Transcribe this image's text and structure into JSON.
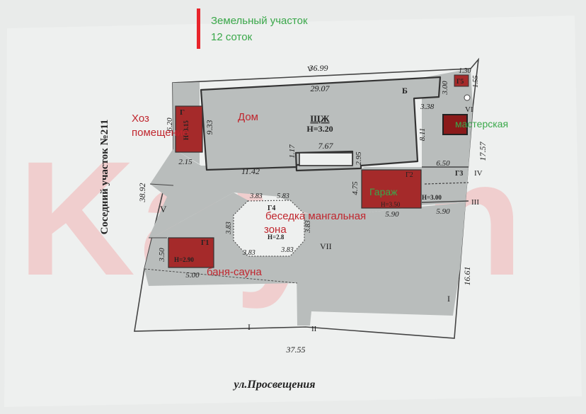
{
  "legend": {
    "line1": "Земельный участок",
    "line2": "12 соток",
    "marker_color": "#e8242b"
  },
  "watermark": "Kayen",
  "colors": {
    "paper": "#e9ebea",
    "plot_fill": "#b9bdbc",
    "building_fill": "#a52a2a",
    "red_label": "#c0262e",
    "green_label": "#3aa84a",
    "watermark": "#f1c3c3"
  },
  "annotations": {
    "house": "Дом",
    "outbuilding_line1": "Хоз",
    "outbuilding_line2": "помещение",
    "workshop": "мастерская",
    "garage": "Гараж",
    "gazebo_line1": "беседка мангальная",
    "gazebo_line2": "зона",
    "sauna": "баня-сауна"
  },
  "plan": {
    "street": "ул.Просвещения",
    "neighbor": "Соседний участок №211",
    "house_code": "ЩЖ",
    "house_height": "H=3.20",
    "labels": {
      "b": "Б",
      "g": "Г",
      "g1": "Г1",
      "g2": "Г2",
      "g3": "Г3",
      "g4": "Г4",
      "g5": "Г5",
      "g4_h": "H=2.8",
      "g1_h": "H=2.90",
      "g_h": "H=3.15",
      "g2_h": "H=3.50",
      "yard_h": "H=3.00",
      "roman_I": "I",
      "roman_II": "II",
      "roman_III": "III",
      "roman_IV": "IV",
      "roman_V": "V",
      "roman_VI": "VI",
      "roman_VII": "VII"
    },
    "dims": {
      "top": "36.99",
      "top_right": "1.30",
      "right_side": "17.57",
      "right_top": "1.55",
      "right_low": "16.61",
      "left": "38.92",
      "bottom": "37.55",
      "house_top": "29.07",
      "house_left": "9.33",
      "house_bottom": "11.42",
      "house_notch": "7.67",
      "house_notch_left": "1.17",
      "house_notch_right": "2.95",
      "house_right_small": "3.38",
      "house_right_top": "3.00",
      "house_right": "8.11",
      "shed_side": "6.20",
      "shed_bottom": "2.15",
      "garage_side": "4.75",
      "garage_bottom": "5.90",
      "yard_bottom": "5.90",
      "ws_width": "6.50",
      "gz1": "3.83",
      "gz2": "5.83",
      "gz3": "3.83",
      "gz4": "3.83",
      "gz5": "3.83",
      "gz6": "3.83",
      "sauna_side": "3.50",
      "sauna_bottom": "5.00"
    }
  }
}
